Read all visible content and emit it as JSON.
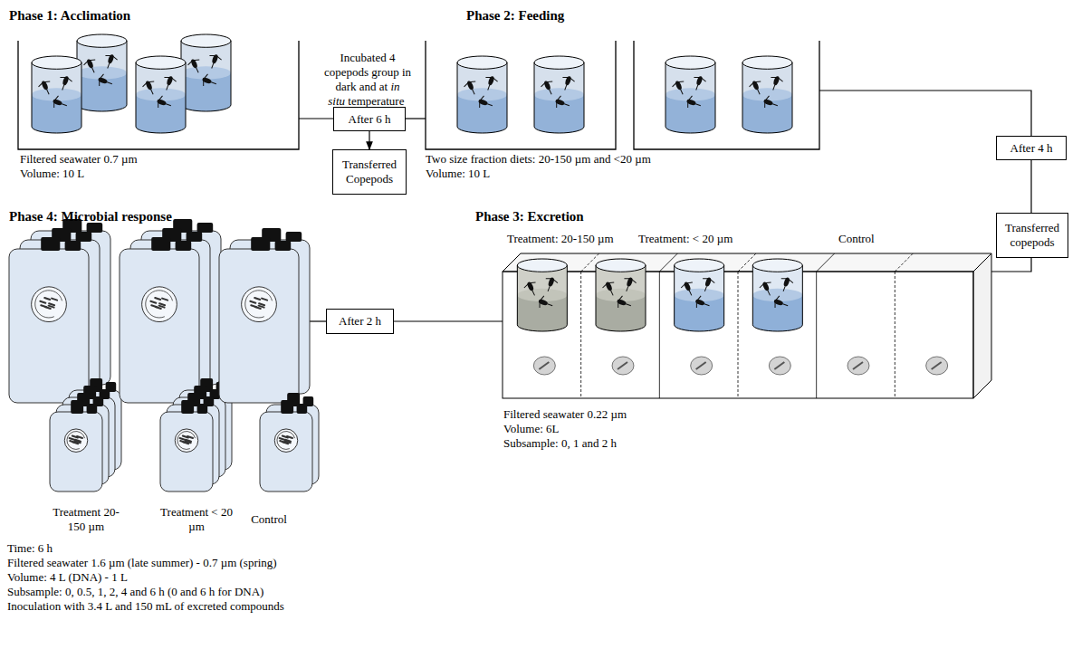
{
  "diagram": {
    "nodes": [
      {
        "text": [
          "After 6 h"
        ]
      },
      {
        "text": [
          "Transferred Copepods"
        ]
      },
      {
        "text": [
          "After 4 h"
        ]
      },
      {
        "text": [
          "Transferred copepods"
        ]
      },
      {
        "text": [
          "After 2 h"
        ]
      }
    ],
    "edges": [
      {
        "from": 0,
        "to": 1,
        "arrow": "to"
      },
      {
        "from": 2,
        "to": 3,
        "arrow": "none"
      }
    ],
    "labels": [
      "Phase 1: Acclimation",
      "Phase 2: Feeding",
      "Incubated 4 copepods group in dark and at",
      "in situ",
      "temperature",
      "Filtered seawater 0.7 µm",
      "Volume: 10 L",
      "Two size fraction diets: 20-150 µm and <20 µm",
      "Volume: 10 L",
      "Phase 4: Microbial response",
      "Phase 3: Excretion",
      "Treatment: 20-150 µm",
      "Treatment: < 20 µm",
      "Control",
      "Filtered seawater 0.22 µm",
      "Volume: 6L",
      "Subsample: 0, 1 and 2 h",
      "Treatment 20-150 µm",
      "Treatment < 20 µm",
      "Control",
      "Time: 6 h",
      "Filtered seawater 1.6 µm (late summer) - 0.7 µm (spring)",
      "Volume: 4 L (DNA) - 1 L",
      "Subsample: 0, 0.5, 1, 2, 4 and 6 h (0 and 6 h for DNA)",
      "Inoculation with 3.4 L and 150 mL of excreted compounds"
    ]
  }
}
